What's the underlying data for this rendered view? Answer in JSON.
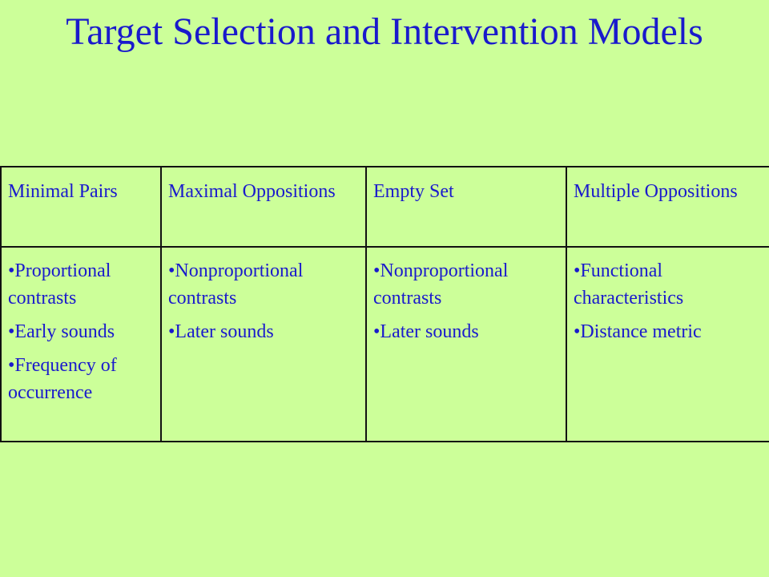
{
  "title": "Target Selection and Intervention Models",
  "table": {
    "columns": [
      {
        "header": "Minimal Pairs",
        "bullets": [
          "•Proportional contrasts",
          "•Early sounds",
          "•Frequency of occurrence"
        ]
      },
      {
        "header": "Maximal Oppositions",
        "bullets": [
          "•Nonproportional contrasts",
          "•Later sounds"
        ]
      },
      {
        "header": "Empty Set",
        "bullets": [
          "•Nonproportional contrasts",
          "•Later sounds"
        ]
      },
      {
        "header": "Multiple Oppositions",
        "bullets": [
          "•Functional characteristics",
          "•Distance metric"
        ]
      }
    ]
  },
  "colors": {
    "background": "#ccff99",
    "text": "#1a1acc",
    "border": "#111111"
  }
}
